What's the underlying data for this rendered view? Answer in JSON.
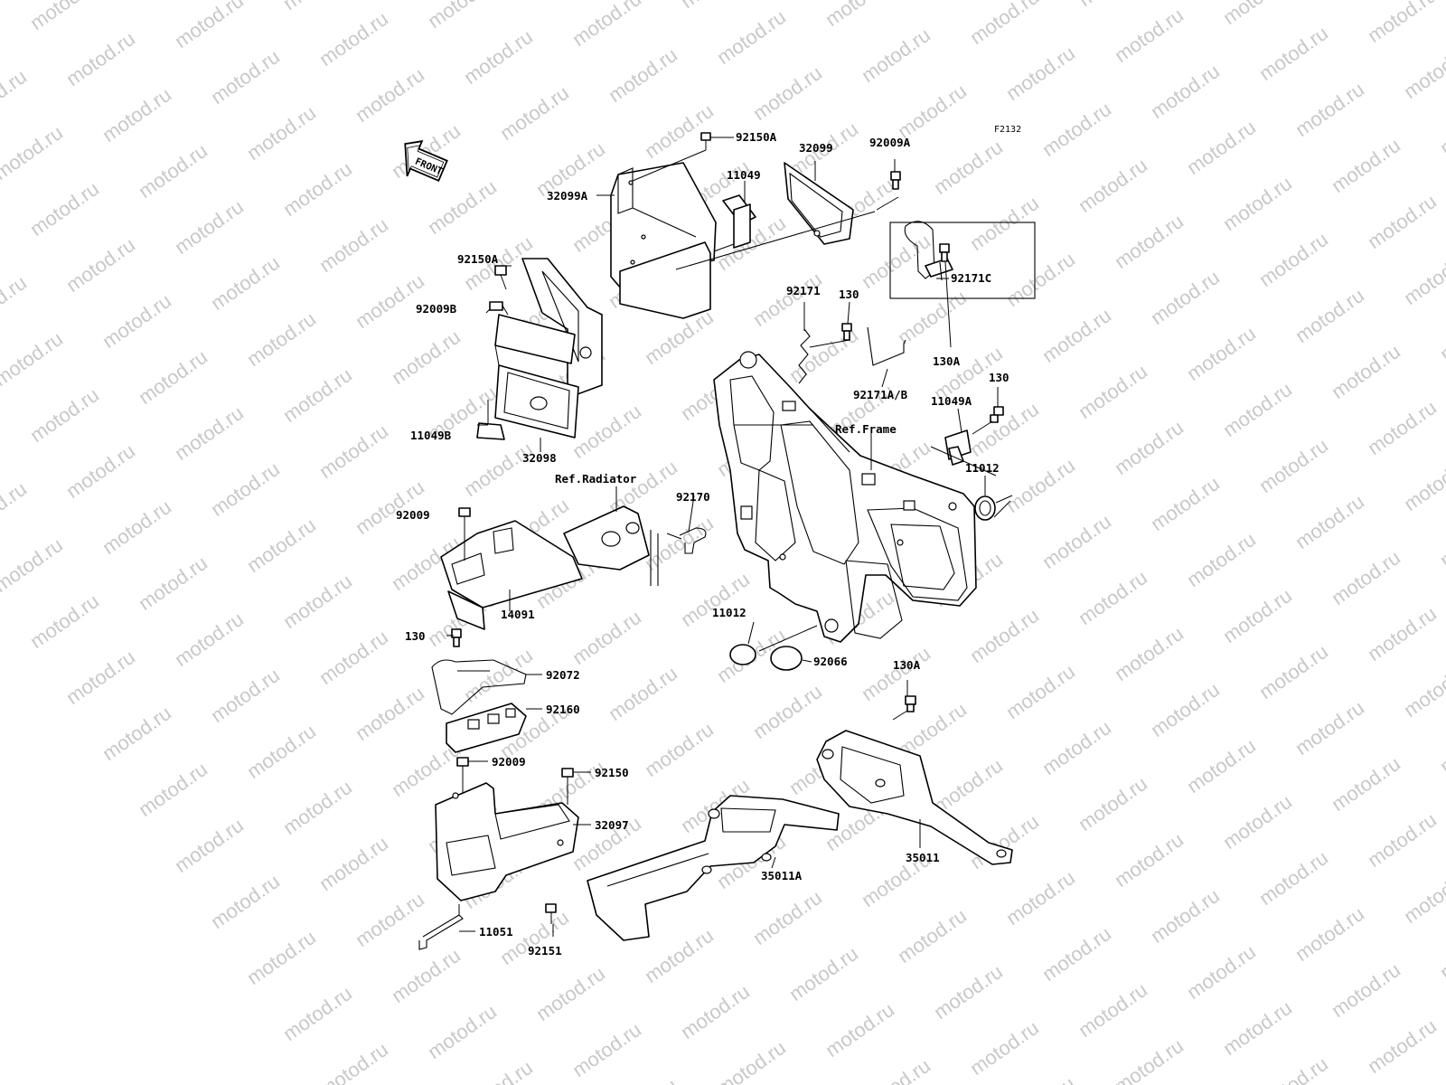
{
  "diagram_code": "F2132",
  "front_label": "FRONT",
  "refs": {
    "frame": "Ref.Frame",
    "radiator": "Ref.Radiator"
  },
  "watermark": "motod.ru",
  "labels": {
    "p_92150A_top": "92150A",
    "p_32099": "32099",
    "p_92009A": "92009A",
    "p_11049": "11049",
    "p_32099A": "32099A",
    "p_92150A_left": "92150A",
    "p_92009B": "92009B",
    "p_11049B": "11049B",
    "p_32098": "32098",
    "p_92171C": "92171C",
    "p_92171": "92171",
    "p_130_top": "130",
    "p_130A_top": "130A",
    "p_92171AB": "92171A/B",
    "p_130_right": "130",
    "p_11049A": "11049A",
    "p_11012_right": "11012",
    "p_92170": "92170",
    "p_92009_mid": "92009",
    "p_14091": "14091",
    "p_11012_left": "11012",
    "p_92066": "92066",
    "p_130_left": "130",
    "p_92072": "92072",
    "p_130A_bottom": "130A",
    "p_92160": "92160",
    "p_92009_low": "92009",
    "p_92150": "92150",
    "p_32097": "32097",
    "p_35011A": "35011A",
    "p_35011": "35011",
    "p_11051": "11051",
    "p_92151": "92151"
  }
}
